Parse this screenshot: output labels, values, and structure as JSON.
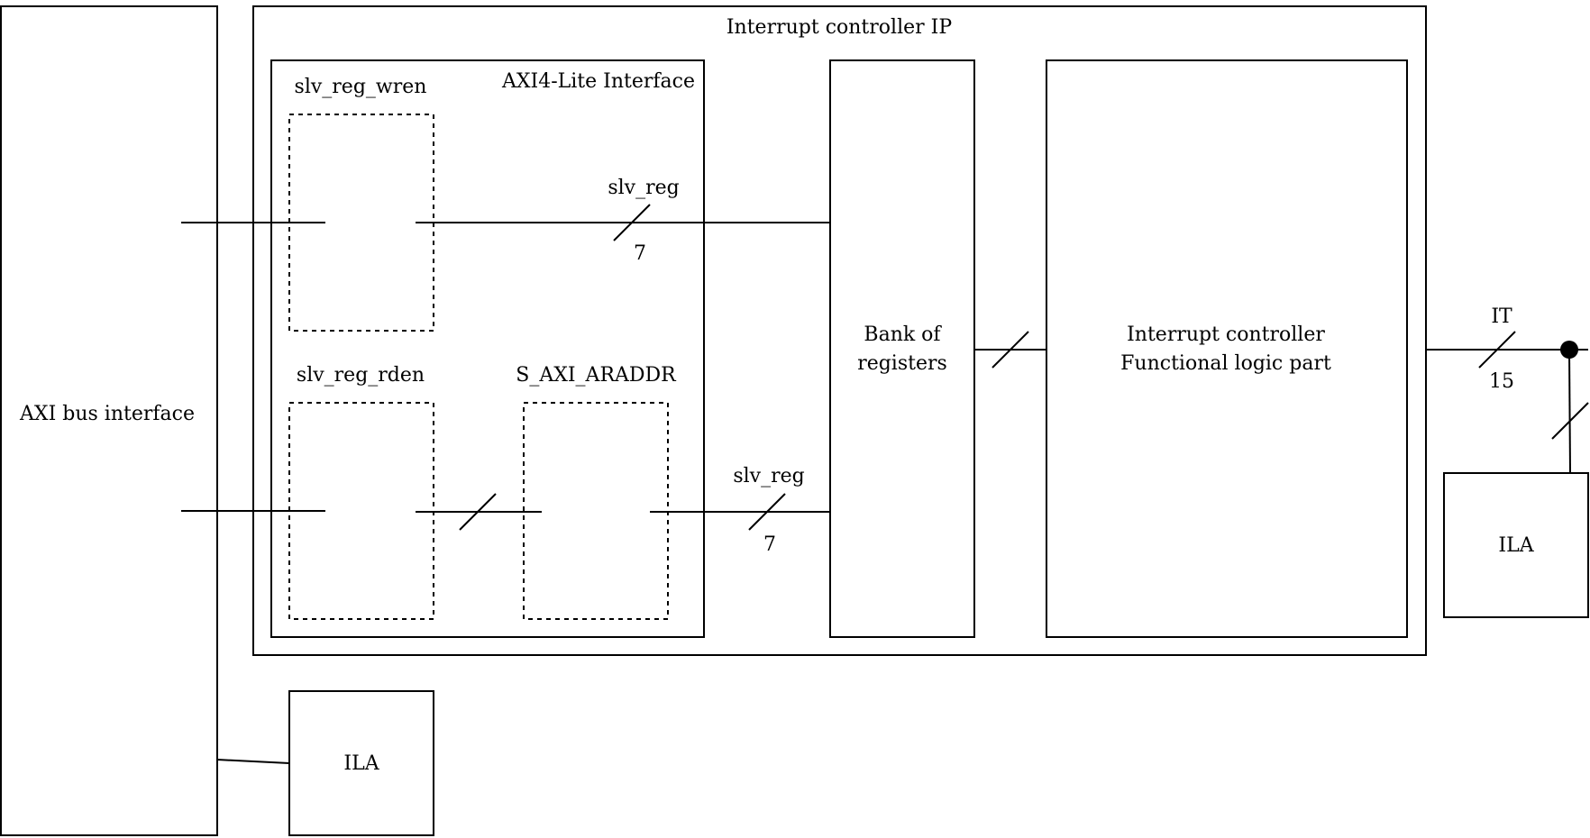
{
  "diagram": {
    "axi_bus": {
      "label": "AXI bus interface"
    },
    "ip": {
      "title": "Interrupt controller IP"
    },
    "axi_lite": {
      "title": "AXI4-Lite Interface"
    },
    "wren": {
      "label": "slv_reg_wren"
    },
    "rden": {
      "label": "slv_reg_rden"
    },
    "araddr": {
      "label": "S_AXI_ARADDR"
    },
    "slv_reg_top": {
      "label": "slv_reg",
      "width": "7"
    },
    "slv_reg_bottom": {
      "label": "slv_reg",
      "width": "7"
    },
    "bank": {
      "line1": "Bank of",
      "line2": "registers"
    },
    "functional": {
      "line1": "Interrupt controller",
      "line2": "Functional logic part"
    },
    "it_bus": {
      "label": "IT",
      "width": "15"
    },
    "ila_right": {
      "label": "ILA"
    },
    "ila_bottom": {
      "label": "ILA"
    }
  }
}
